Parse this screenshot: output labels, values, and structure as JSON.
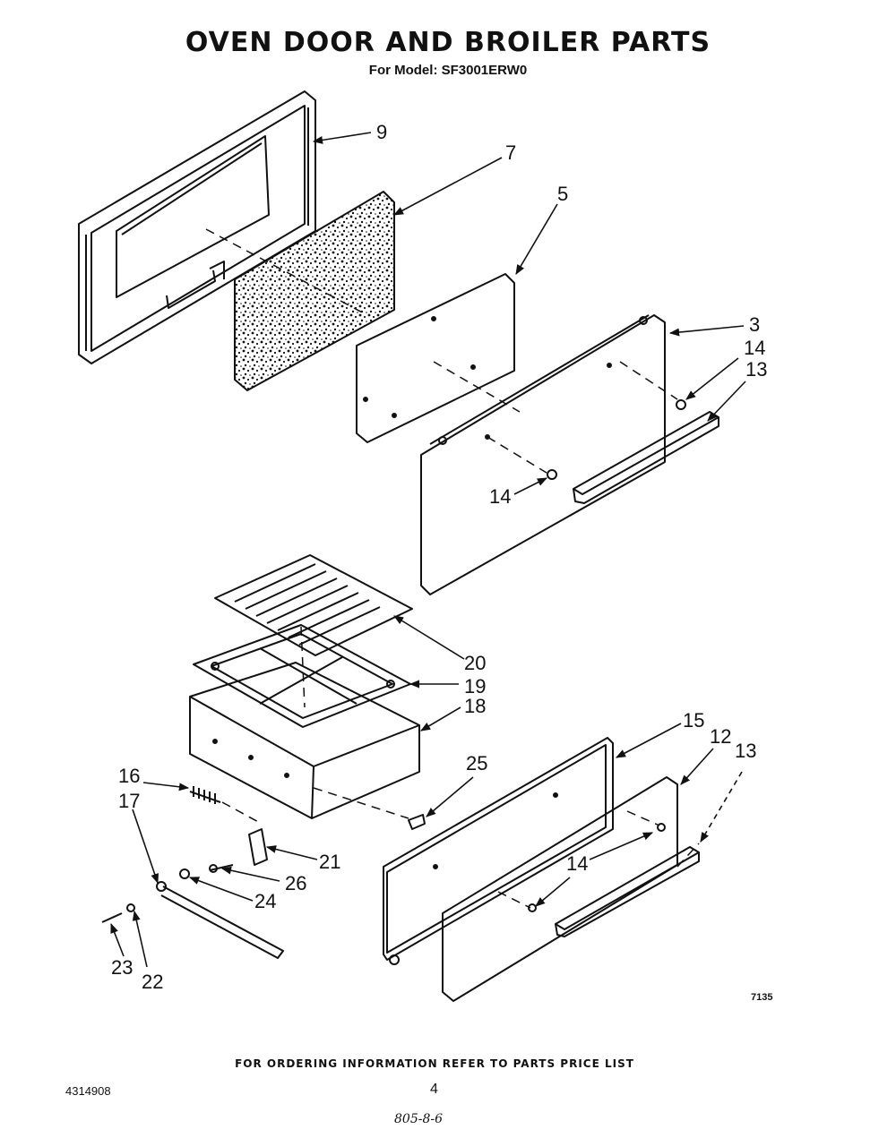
{
  "header": {
    "title": "OVEN DOOR AND BROILER PARTS",
    "subtitle": "For Model: SF3001ERW0"
  },
  "callouts": [
    {
      "id": "9",
      "label": "9"
    },
    {
      "id": "7",
      "label": "7"
    },
    {
      "id": "5",
      "label": "5"
    },
    {
      "id": "3",
      "label": "3"
    },
    {
      "id": "14a",
      "label": "14"
    },
    {
      "id": "13a",
      "label": "13"
    },
    {
      "id": "14b",
      "label": "14"
    },
    {
      "id": "20",
      "label": "20"
    },
    {
      "id": "19",
      "label": "19"
    },
    {
      "id": "18",
      "label": "18"
    },
    {
      "id": "15",
      "label": "15"
    },
    {
      "id": "12",
      "label": "12"
    },
    {
      "id": "13b",
      "label": "13"
    },
    {
      "id": "16",
      "label": "16"
    },
    {
      "id": "17",
      "label": "17"
    },
    {
      "id": "25",
      "label": "25"
    },
    {
      "id": "21",
      "label": "21"
    },
    {
      "id": "26",
      "label": "26"
    },
    {
      "id": "24",
      "label": "24"
    },
    {
      "id": "14c",
      "label": "14"
    },
    {
      "id": "14d",
      "label": "14"
    },
    {
      "id": "23",
      "label": "23"
    },
    {
      "id": "22",
      "label": "22"
    }
  ],
  "figure_code": "7135",
  "footer": {
    "note": "FOR ORDERING INFORMATION REFER TO PARTS PRICE LIST",
    "doc_number": "4314908",
    "page": "4",
    "handwritten": "805-8-6"
  }
}
